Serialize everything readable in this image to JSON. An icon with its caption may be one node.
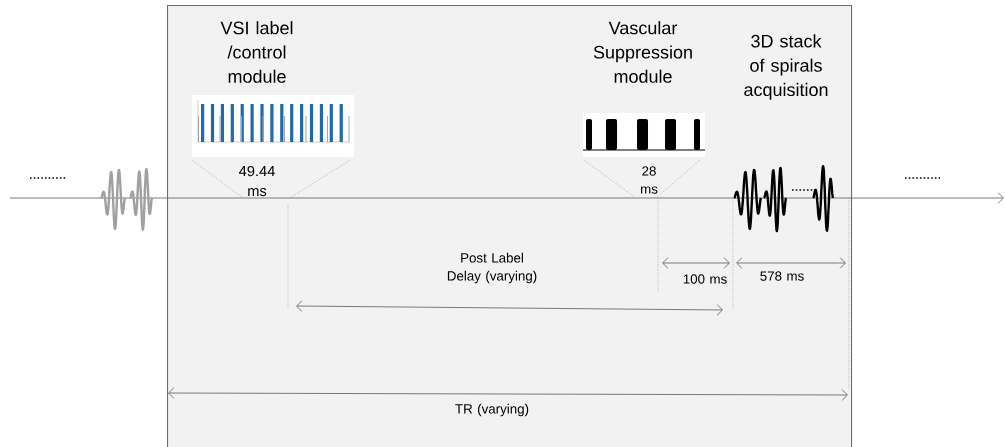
{
  "diagram": {
    "nodes": [
      {
        "text": [],
        "shape": "box"
      }
    ],
    "labels": [
      "VSI label /control module",
      "49.44 ms",
      "Vascular Suppression module",
      "28 ms",
      "3D stack of spirals acquisition",
      "Post Label Delay (varying)",
      "100 ms",
      "578 ms",
      "TR (varying)"
    ]
  }
}
